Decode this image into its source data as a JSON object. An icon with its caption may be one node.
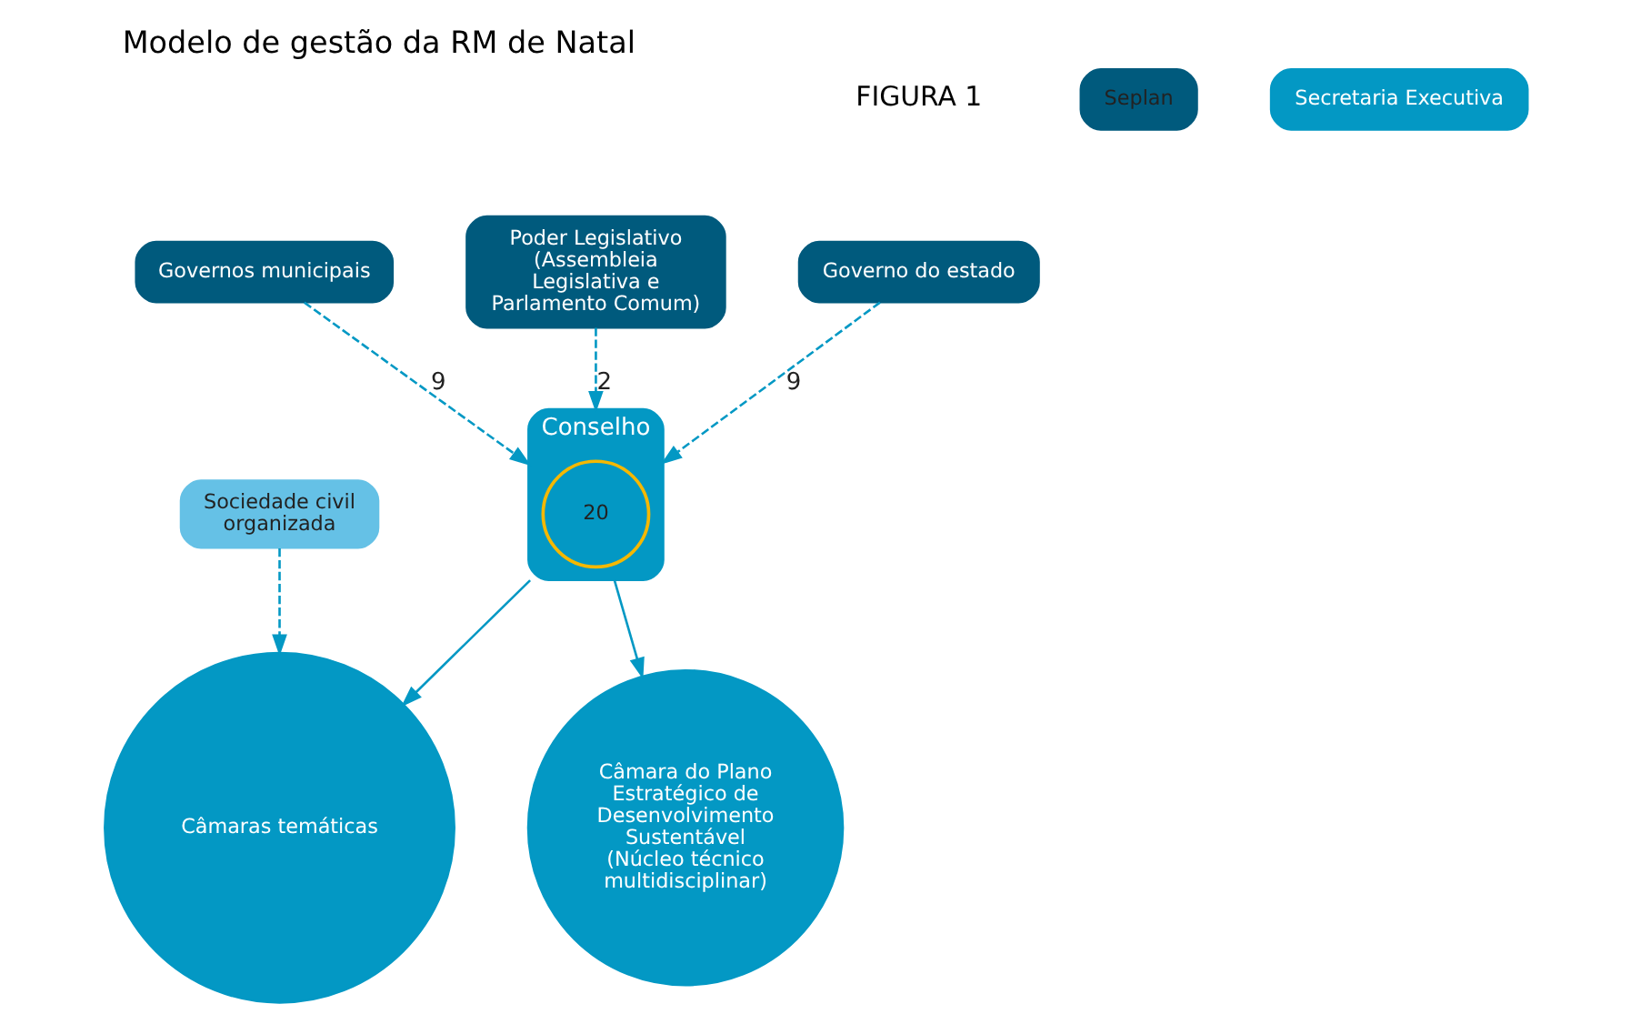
{
  "diagram": {
    "title": "Modelo de gestão da RM de Natal",
    "nodes": [
      {
        "text": [
          "Governo do estado"
        ]
      },
      {
        "text": [
          "Seplan"
        ]
      },
      {
        "text": [
          "Secretaria Executiva"
        ]
      },
      {
        "text": [
          "Governos municipais"
        ]
      },
      {
        "text": [
          "Conselho"
        ]
      },
      {
        "text": [
          "20"
        ],
        "in": 4
      },
      {
        "text": [
          "Câmaras temáticas"
        ]
      },
      {
        "text": [
          "Câmara do Plano Estratégico de Desenvolvimento Sustentável",
          "(Núcleo técnico multidisciplinar)"
        ]
      },
      {
        "text": [
          "Sociedade civil organizada"
        ]
      },
      {
        "text": [
          "Poder Legislativo",
          "(Assembleia Legislativa e Parlamento Comum)"
        ]
      }
    ],
    "edges": [
      {
        "from": 0,
        "to": 4,
        "arrow": "to",
        "label": "9",
        "style": "dashed"
      },
      {
        "from": 3,
        "to": 4,
        "arrow": "to",
        "label": "9",
        "style": "dashed"
      },
      {
        "from": 9,
        "to": 4,
        "arrow": "to",
        "label": "2",
        "style": "dashed"
      },
      {
        "from": 4,
        "to": 6,
        "arrow": "to"
      },
      {
        "from": 4,
        "to": 7,
        "arrow": "to"
      },
      {
        "from": 8,
        "to": 6,
        "arrow": "to",
        "style": "dashed"
      }
    ],
    "labels": [
      "FIGURA 1"
    ]
  }
}
